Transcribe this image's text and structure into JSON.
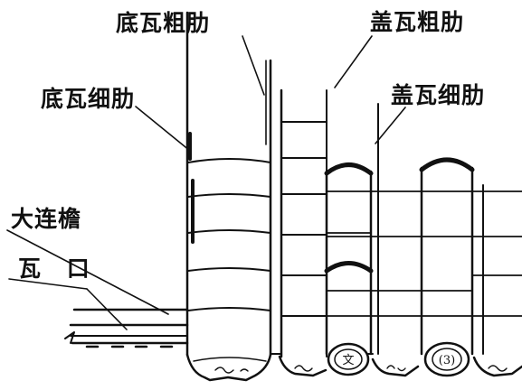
{
  "labels": {
    "dwcl": "底瓦粗肋",
    "gwcl": "盖瓦粗肋",
    "dwxl": "底瓦细肋",
    "gwxl": "盖瓦细肋",
    "dly": "大连檐",
    "wk": "瓦 口"
  },
  "end_disc_marks": [
    "文",
    "(3)"
  ],
  "colors": {
    "ink": "#111111",
    "paper": "#ffffff"
  }
}
